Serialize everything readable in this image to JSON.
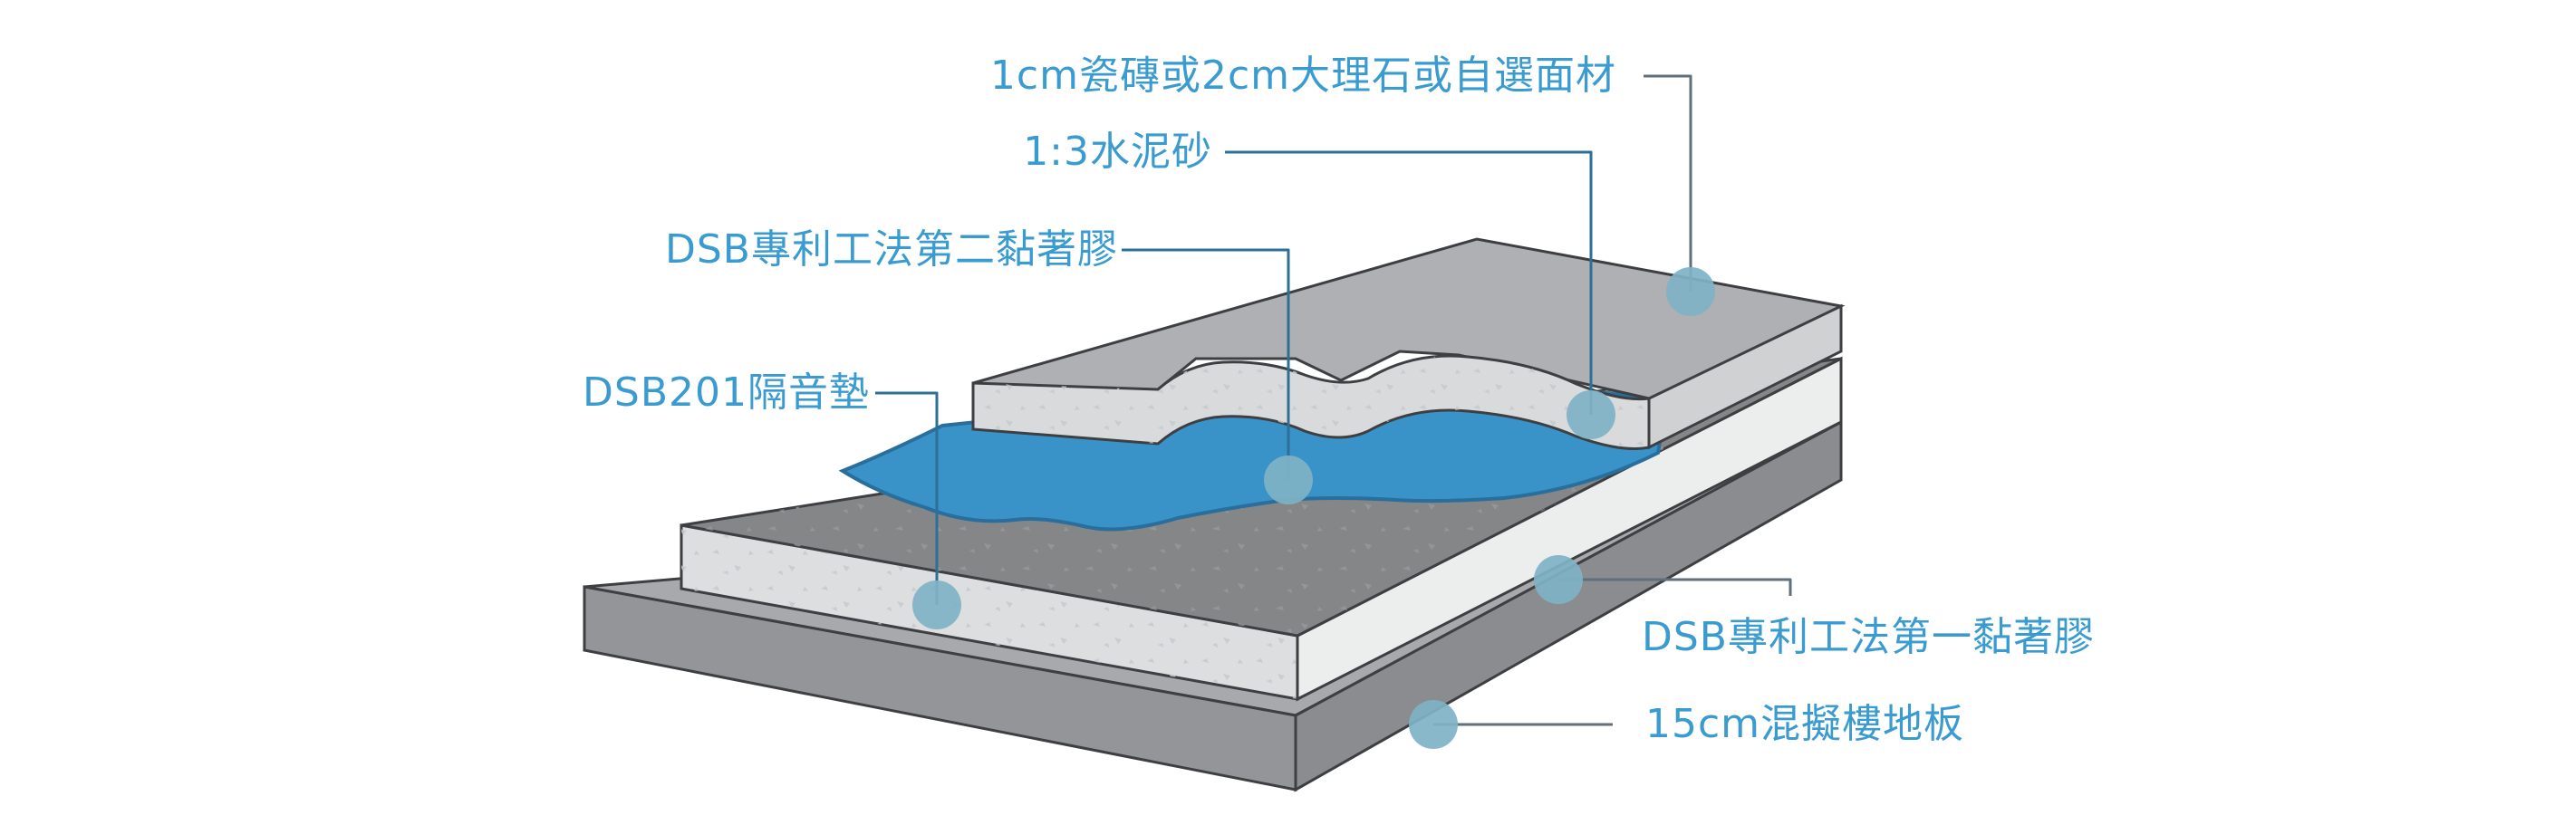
{
  "colors": {
    "label_text": "#3a9bd0",
    "leader_line": "#5f6f7c",
    "leader_line_blue": "#2e6f96",
    "marker_dot": "#7fb2c6",
    "blue_membrane": "#3a93c8",
    "concrete_top": "#a7a9ac",
    "concrete_side": "#939598",
    "mortar_top": "#858688",
    "mortar_side": "#dcdee0",
    "tile_top": "#aeb0b3",
    "tile_side": "#d8dadc",
    "outline": "#3d3f42"
  },
  "layers": [
    {
      "id": "tile",
      "label": "1cm瓷磚或2cm大理石或自選面材"
    },
    {
      "id": "mortar",
      "label": "1:3水泥砂"
    },
    {
      "id": "adhesive-2",
      "label": "DSB專利工法第二黏著膠"
    },
    {
      "id": "sound-pad",
      "label": "DSB201隔音墊"
    },
    {
      "id": "adhesive-1",
      "label": "DSB專利工法第一黏著膠"
    },
    {
      "id": "concrete-slab",
      "label": "15cm混擬樓地板"
    }
  ]
}
